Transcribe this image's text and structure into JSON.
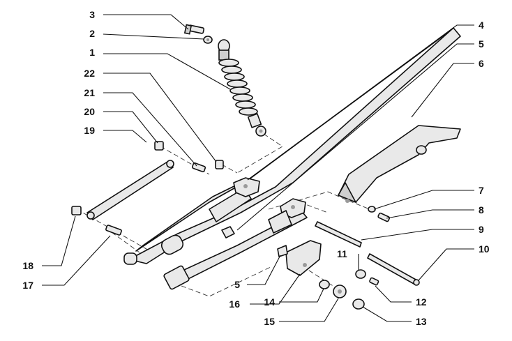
{
  "callouts": [
    {
      "label": "1"
    },
    {
      "label": "2"
    },
    {
      "label": "3"
    },
    {
      "label": "4"
    },
    {
      "label": "5"
    },
    {
      "label": "5"
    },
    {
      "label": "6"
    },
    {
      "label": "7"
    },
    {
      "label": "8"
    },
    {
      "label": "9"
    },
    {
      "label": "10"
    },
    {
      "label": "11"
    },
    {
      "label": "12"
    },
    {
      "label": "13"
    },
    {
      "label": "14"
    },
    {
      "label": "15"
    },
    {
      "label": "16"
    },
    {
      "label": "17"
    },
    {
      "label": "18"
    },
    {
      "label": "19"
    },
    {
      "label": "20"
    },
    {
      "label": "21"
    },
    {
      "label": "22"
    }
  ]
}
